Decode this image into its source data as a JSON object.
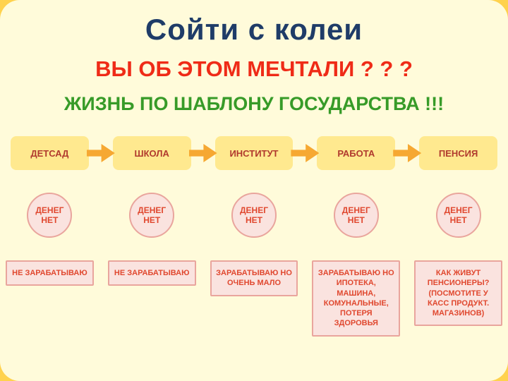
{
  "slide": {
    "title": "Сойти с колеи",
    "subtitle_red": "ВЫ ОБ ЭТОМ МЕЧТАЛИ ? ? ?",
    "subtitle_green": "ЖИЗНЬ ПО ШАБЛОНУ ГОСУДАРСТВА !!!"
  },
  "stages": [
    {
      "label": "ДЕТСАД",
      "money": "ДЕНЕГ НЕТ",
      "outcome": "НЕ ЗАРАБАТЫВАЮ"
    },
    {
      "label": "ШКОЛА",
      "money": "ДЕНЕГ НЕТ",
      "outcome": "НЕ ЗАРАБАТЫВАЮ"
    },
    {
      "label": "ИНСТИТУТ",
      "money": "ДЕНЕГ НЕТ",
      "outcome": "ЗАРАБАТЫВАЮ НО ОЧЕНЬ МАЛО"
    },
    {
      "label": "РАБОТА",
      "money": "ДЕНЕГ НЕТ",
      "outcome": "ЗАРАБАТЫВАЮ НО ИПОТЕКА, МАШИНА, КОМУНАЛЬНЫЕ, ПОТЕРЯ ЗДОРОВЬЯ"
    },
    {
      "label": "ПЕНСИЯ",
      "money": "ДЕНЕГ НЕТ",
      "outcome": "КАК ЖИВУТ ПЕНСИОНЕРЫ? (ПОСМОТИТЕ У КАСС ПРОДУКТ. МАГАЗИНОВ)"
    }
  ],
  "colors": {
    "page_corner": "#FFD24D",
    "slide_background": "#FFFBDA",
    "title": "#1F3C68",
    "subtitle_red": "#EF2B17",
    "subtitle_green": "#379B28",
    "stage_box_bg": "#FFE98F",
    "stage_text": "#B03A2E",
    "arrow": "#F6A832",
    "pink_bg": "#FAE3DF",
    "pink_border": "#E9A59D",
    "pink_text": "#E0482F"
  }
}
